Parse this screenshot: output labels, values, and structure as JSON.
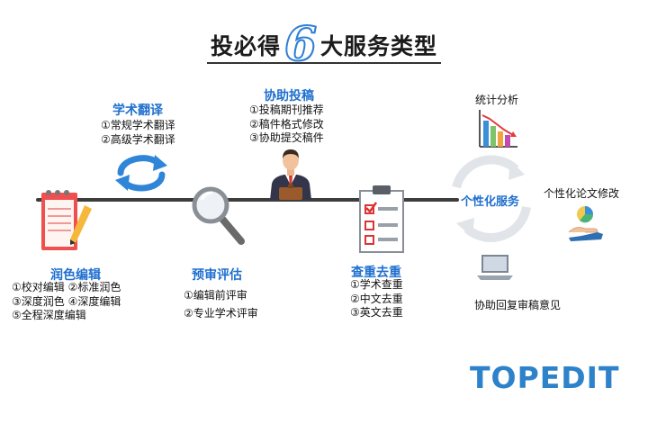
{
  "title": {
    "prefix": "投必得",
    "number": "6",
    "suffix": "大服务类型"
  },
  "services": {
    "polish": {
      "name": "润色编辑",
      "items": [
        "①校对编辑 ②标准润色",
        "③深度润色 ④深度编辑",
        "⑤全程深度编辑"
      ]
    },
    "translate": {
      "name": "学术翻译",
      "items": [
        "①常规学术翻译",
        "②高级学术翻译"
      ]
    },
    "review": {
      "name": "预审评估",
      "items": [
        "①编辑前评审",
        "②专业学术评审"
      ]
    },
    "submit": {
      "name": "协助投稿",
      "items": [
        "①投稿期刊推荐",
        "②稿件格式修改",
        "③协助提交稿件"
      ]
    },
    "dedup": {
      "name": "查重去重",
      "items": [
        "①学术查重",
        "②中文去重",
        "③英文去重"
      ]
    },
    "custom": {
      "name": "个性化服务",
      "subs": [
        "统计分析",
        "个性化论文修改",
        "协助回复审稿意见"
      ]
    }
  },
  "brand": "TOPEDIT",
  "colors": {
    "accent": "#1f6fcf",
    "logo": "#2d82c9",
    "line": "#3d3d3d"
  },
  "icons": [
    "notepad-pencil-icon",
    "refresh-arrows-icon",
    "magnifier-icon",
    "businessman-icon",
    "checklist-icon",
    "bar-chart-icon",
    "hand-pie-chart-icon",
    "laptop-icon",
    "cycle-arrows-icon"
  ]
}
